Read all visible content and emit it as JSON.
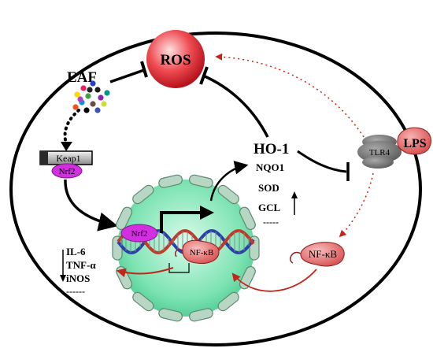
{
  "labels": {
    "ros": "ROS",
    "eaf": "EAF",
    "keap1": "Keap1",
    "nrf2_cytoplasm": "Nrf2",
    "nrf2_nucleus": "Nrf2",
    "nfkb_nucleus": "NF-κB",
    "nfkb_cytoplasm": "NF-κB",
    "tlr4": "TLR4",
    "lps": "LPS",
    "ho1": "HO-1",
    "nqo1": "NQO1",
    "sod": "SOD",
    "gcl": "GCL",
    "antioxidant_more": "-----",
    "il6": "IL-6",
    "tnfa": "TNF-α",
    "inos": "iNOS",
    "cytokines_more": "------"
  },
  "colors": {
    "ros": "#e8303a",
    "nucleus": "#7de3b3",
    "nuclear_pore": "#b7d7c4",
    "nrf2": "#d22fe0",
    "nfkb": "#e96a6a",
    "lps": "#e46262",
    "tlr4": "#7a7a7a",
    "activation_arrow": "#c2261b",
    "dna_blue": "#2a3fa8",
    "dna_red": "#c0392b"
  },
  "eaf_dot_colors": [
    "#2b3cc9",
    "#e91e63",
    "#1b1b1b",
    "#ffd600",
    "#43a047",
    "#8e24aa",
    "#1e88e5",
    "#6d4c41",
    "#cddc39",
    "#f4511e",
    "#000000",
    "#3f51b5",
    "#ab47bc",
    "#009688",
    "#212121"
  ]
}
